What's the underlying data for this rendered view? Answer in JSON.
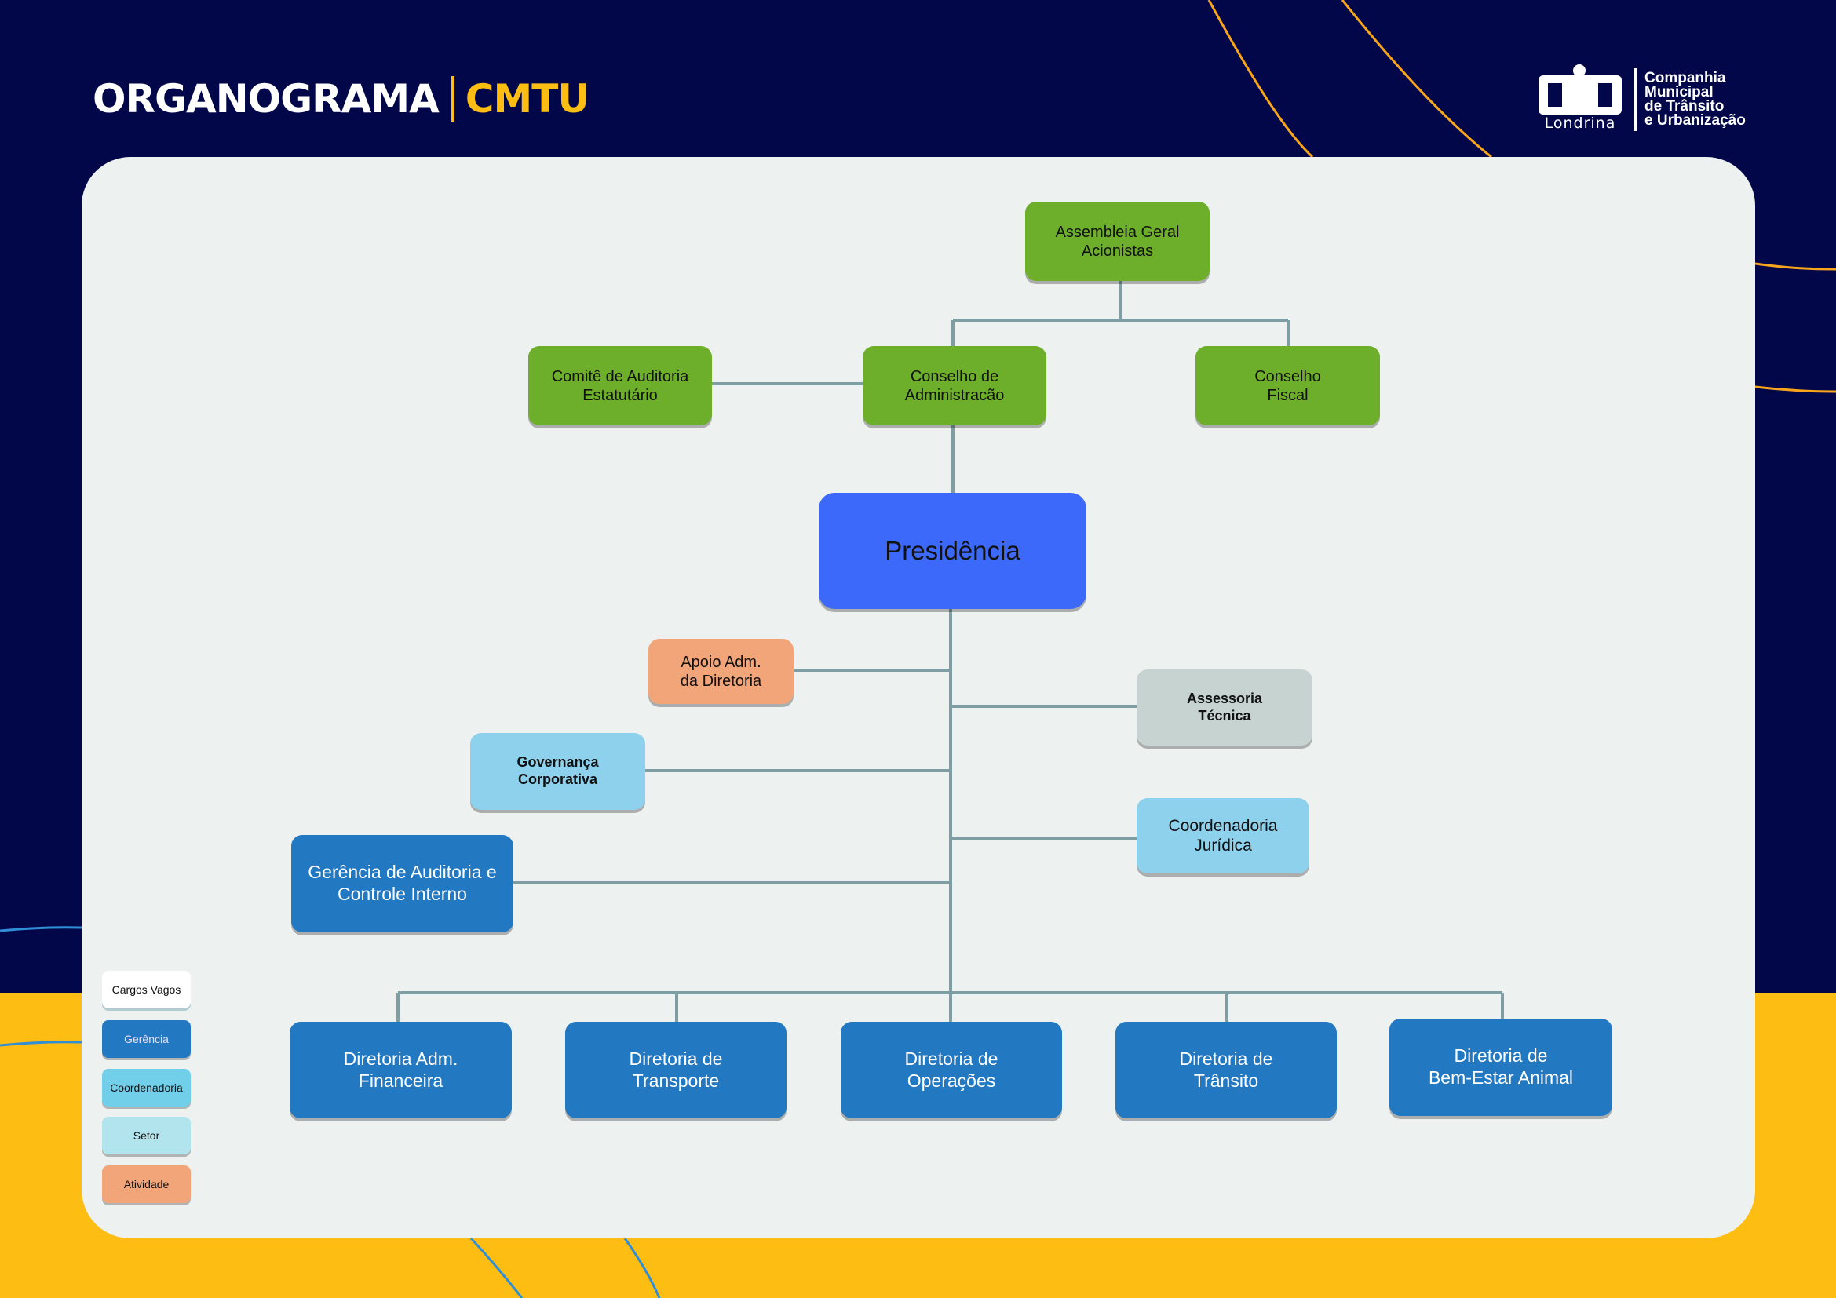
{
  "header": {
    "title_main": "ORGANOGRAMA",
    "title_accent": "CMTU",
    "logo": {
      "city": "Londrina",
      "company_lines": [
        "Companhia",
        "Municipal",
        "de Trânsito",
        "e Urbanização"
      ]
    }
  },
  "colors": {
    "background_navy": "#02074a",
    "background_yellow": "#fdbd12",
    "panel": "#edf1ef",
    "connector": "#7f9ea3",
    "conselho_green": "#6daf2a",
    "presidencia_blue": "#3d69fb",
    "gerencia_blue": "#2378c2",
    "coordenadoria_blue": "#8ed1ec",
    "setor_blue": "#b1e4ec",
    "atividade_orange": "#f3a57a",
    "assessoria_grey": "#c6d3d0"
  },
  "orgchart": {
    "governance": {
      "assembleia": "Assembleia Geral\nAcionistas",
      "comite": "Comitê de Auditoria\nEstatutário",
      "conselho_adm": "Conselho de\nAdministracão",
      "conselho_fiscal": "Conselho\nFiscal"
    },
    "presidencia": "Presidência",
    "staff": {
      "apoio": "Apoio Adm.\nda Diretoria",
      "assessoria": "Assessoria\nTécnica",
      "governanca": "Governança\nCorporativa",
      "coord_juridica": "Coordenadoria\nJurídica",
      "gerencia_auditoria": "Gerência de Auditoria e\nControle Interno"
    },
    "diretorias": [
      "Diretoria Adm.\nFinanceira",
      "Diretoria de\nTransporte",
      "Diretoria de\nOperações",
      "Diretoria de\nTrânsito",
      "Diretoria de\nBem-Estar Animal"
    ]
  },
  "legend": [
    {
      "label": "Cargos Vagos",
      "color": "#ffffff"
    },
    {
      "label": "Gerência",
      "color": "#2378c2"
    },
    {
      "label": "Coordenadoria",
      "color": "#72cfea"
    },
    {
      "label": "Setor",
      "color": "#b1e4ec"
    },
    {
      "label": "Atividade",
      "color": "#f3a57a"
    }
  ]
}
